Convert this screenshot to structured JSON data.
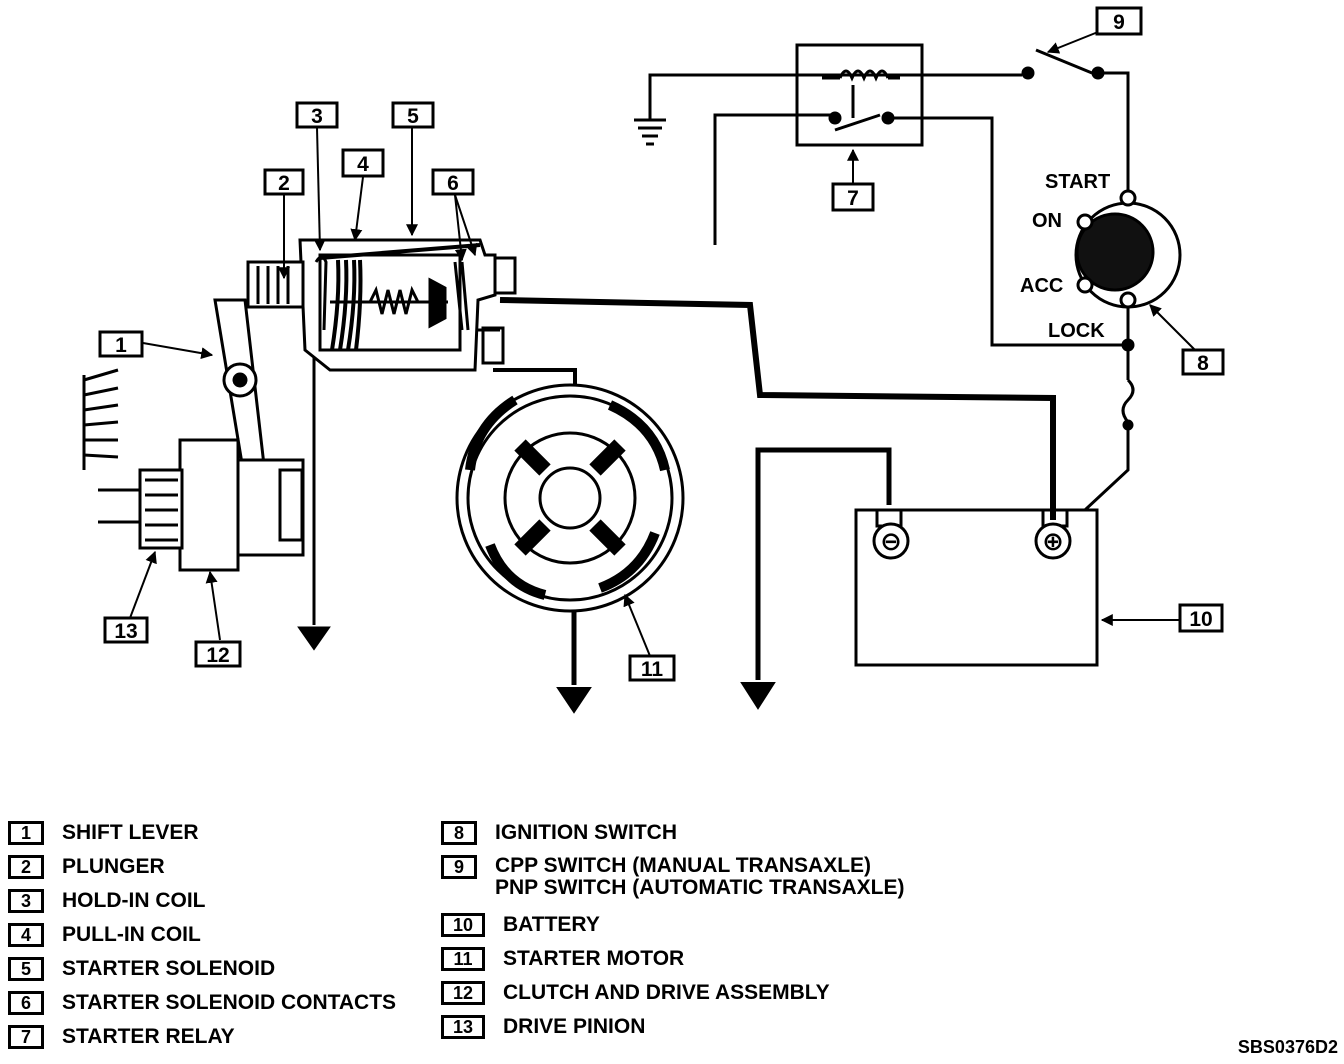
{
  "callouts": {
    "c1": "1",
    "c2": "2",
    "c3": "3",
    "c4": "4",
    "c5": "5",
    "c6": "6",
    "c7": "7",
    "c8": "8",
    "c9": "9",
    "c10": "10",
    "c11": "11",
    "c12": "12",
    "c13": "13"
  },
  "ignition_positions": {
    "start": "START",
    "on": "ON",
    "acc": "ACC",
    "lock": "LOCK"
  },
  "battery_terminals": {
    "negative": "⊖",
    "positive": "⊕"
  },
  "legend": {
    "left": [
      {
        "num": "1",
        "label": "SHIFT LEVER"
      },
      {
        "num": "2",
        "label": "PLUNGER"
      },
      {
        "num": "3",
        "label": "HOLD-IN COIL"
      },
      {
        "num": "4",
        "label": "PULL-IN COIL"
      },
      {
        "num": "5",
        "label": "STARTER SOLENOID"
      },
      {
        "num": "6",
        "label": "STARTER SOLENOID CONTACTS"
      },
      {
        "num": "7",
        "label": "STARTER RELAY"
      }
    ],
    "right": [
      {
        "num": "8",
        "label": "IGNITION SWITCH"
      },
      {
        "num": "9",
        "label": "CPP SWITCH (MANUAL TRANSAXLE)",
        "label2": "PNP SWITCH (AUTOMATIC TRANSAXLE)"
      },
      {
        "num": "10",
        "label": "BATTERY"
      },
      {
        "num": "11",
        "label": "STARTER MOTOR"
      },
      {
        "num": "12",
        "label": "CLUTCH AND DRIVE ASSEMBLY"
      },
      {
        "num": "13",
        "label": "DRIVE PINION"
      }
    ]
  },
  "figure_code": "SBS0376D2"
}
